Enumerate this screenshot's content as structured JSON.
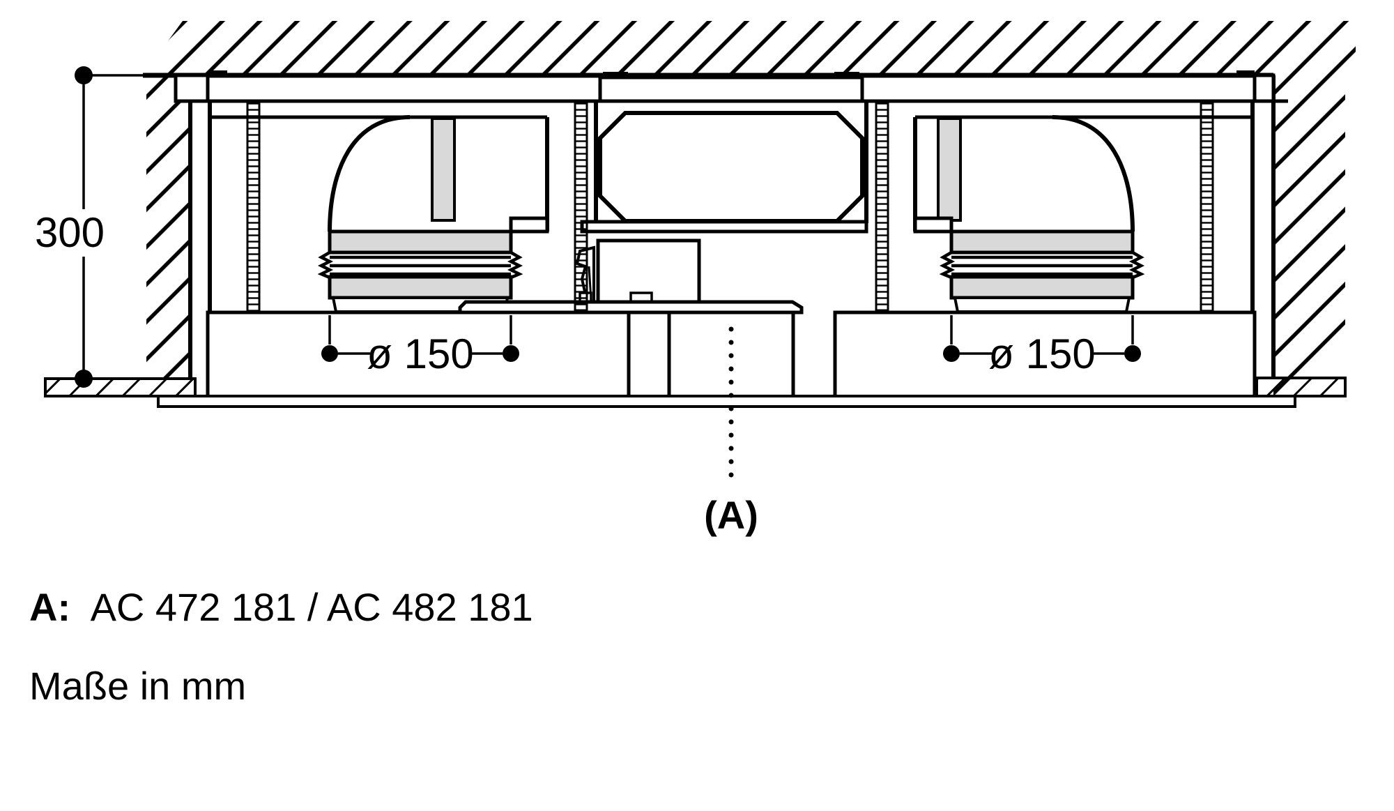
{
  "diagram": {
    "dimensions": {
      "height_label": "300",
      "duct_left_label": "ø 150",
      "duct_right_label": "ø 150"
    },
    "callout": {
      "point_label": "(A)"
    },
    "legend": {
      "prefix": "A:",
      "models": "AC 472 181 / AC 482 181"
    },
    "note": "Maße in mm",
    "colors": {
      "line": "#000000",
      "gray_fill": "#d9d9d9",
      "background": "#ffffff"
    }
  }
}
